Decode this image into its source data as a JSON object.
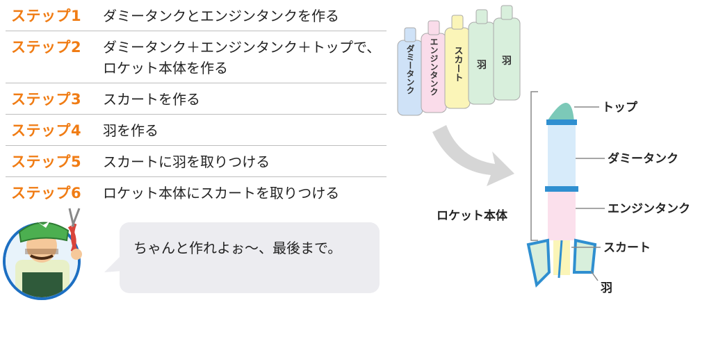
{
  "steps": [
    {
      "label": "ステップ1",
      "text": "ダミータンクとエンジンタンクを作る"
    },
    {
      "label": "ステップ2",
      "text": "ダミータンク＋エンジンタンク＋トップで、ロケット本体を作る"
    },
    {
      "label": "ステップ3",
      "text": "スカートを作る"
    },
    {
      "label": "ステップ4",
      "text": "羽を作る"
    },
    {
      "label": "ステップ5",
      "text": "スカートに羽を取りつける"
    },
    {
      "label": "ステップ6",
      "text": "ロケット本体にスカートを取りつける"
    }
  ],
  "speech": {
    "text": "ちゃんと作れよぉ〜、最後まで。"
  },
  "bottles": [
    {
      "label": "ダミータンク",
      "color": "#cfe2f7"
    },
    {
      "label": "エンジンタンク",
      "color": "#fadcea"
    },
    {
      "label": "スカート",
      "color": "#fbf5b8"
    },
    {
      "label": "羽",
      "color": "#d8efdc"
    },
    {
      "label": "羽",
      "color": "#d8efdc"
    }
  ],
  "rocket": {
    "body_label": "ロケット本体",
    "parts": [
      "トップ",
      "ダミータンク",
      "エンジンタンク",
      "スカート",
      "羽"
    ]
  },
  "colors": {
    "step_label": "#f07c14",
    "divider": "#bdbdbd",
    "speech_bg": "#ececf0",
    "rocket_top": "#7cc9b8",
    "rocket_band": "#2f8fd0",
    "arrow": "#d6d6d6"
  },
  "icons": {
    "mascot": "gardener-mascot-icon",
    "arrow": "curved-arrow-icon",
    "rocket": "rocket-icon"
  }
}
